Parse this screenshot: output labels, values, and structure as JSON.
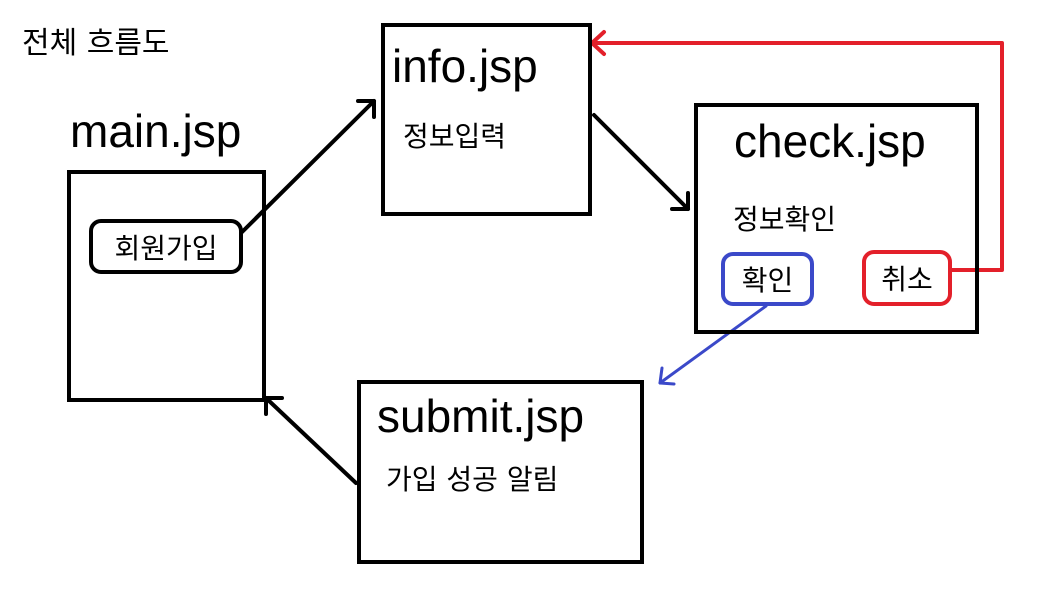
{
  "diagram": {
    "title": "전체 흐름도",
    "colors": {
      "line": "#000000",
      "confirm": "#3b49c9",
      "cancel": "#e3202a"
    },
    "main": {
      "name": "main.jsp",
      "button": "회원가입"
    },
    "info": {
      "name": "info.jsp",
      "desc": "정보입력"
    },
    "check": {
      "name": "check.jsp",
      "desc": "정보확인",
      "confirm_button": "확인",
      "cancel_button": "취소"
    },
    "submit": {
      "name": "submit.jsp",
      "desc": "가입 성공 알림"
    }
  }
}
